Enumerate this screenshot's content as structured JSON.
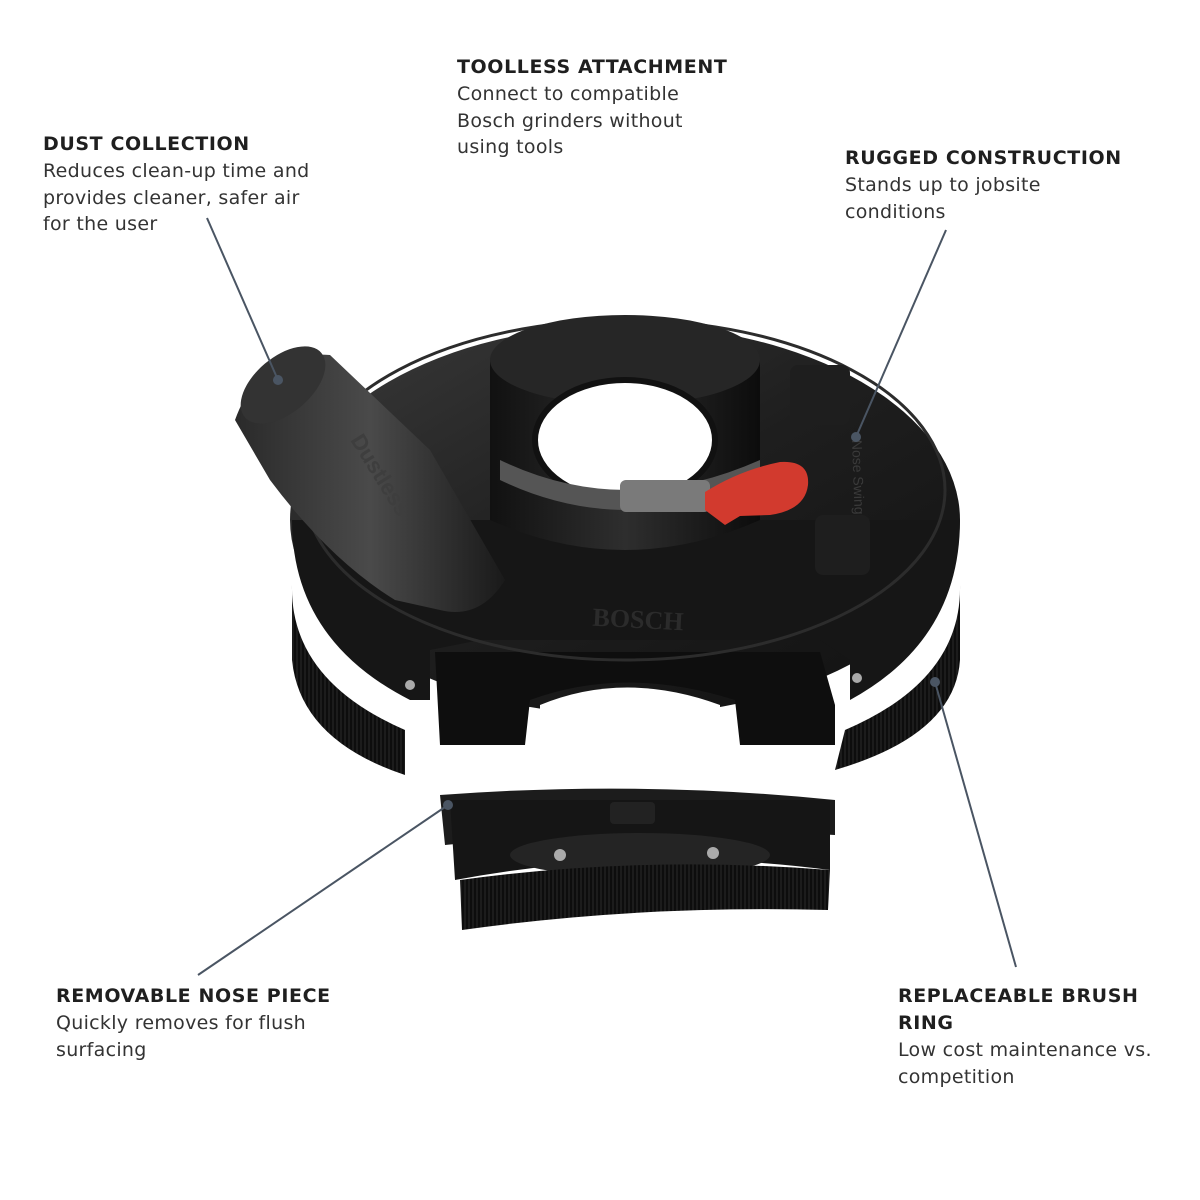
{
  "callouts": {
    "dust": {
      "title": "DUST COLLECTION",
      "lines": [
        "Reduces clean-up time and",
        "provides cleaner, safer air",
        "for the user"
      ]
    },
    "toolless": {
      "title": "TOOLLESS ATTACHMENT",
      "lines": [
        "Connect to compatible",
        "Bosch grinders without",
        "using tools"
      ]
    },
    "rugged": {
      "title": "RUGGED CONSTRUCTION",
      "lines": [
        "Stands up to jobsite",
        "conditions"
      ]
    },
    "nose": {
      "title": "REMOVABLE NOSE PIECE",
      "lines": [
        "Quickly removes for flush",
        "surfacing"
      ]
    },
    "brush": {
      "title_lines": [
        "REPLACEABLE BRUSH",
        "RING"
      ],
      "lines": [
        "Low cost maintenance vs.",
        "competition"
      ]
    }
  },
  "product": {
    "brand_mark": "BOSCH",
    "port_mark": "Dustless",
    "side_mark": "Nose Swing"
  },
  "colors": {
    "leader_line": "#4a5563",
    "product_body": "#1c1c1c",
    "knob": "#d23a2e"
  }
}
